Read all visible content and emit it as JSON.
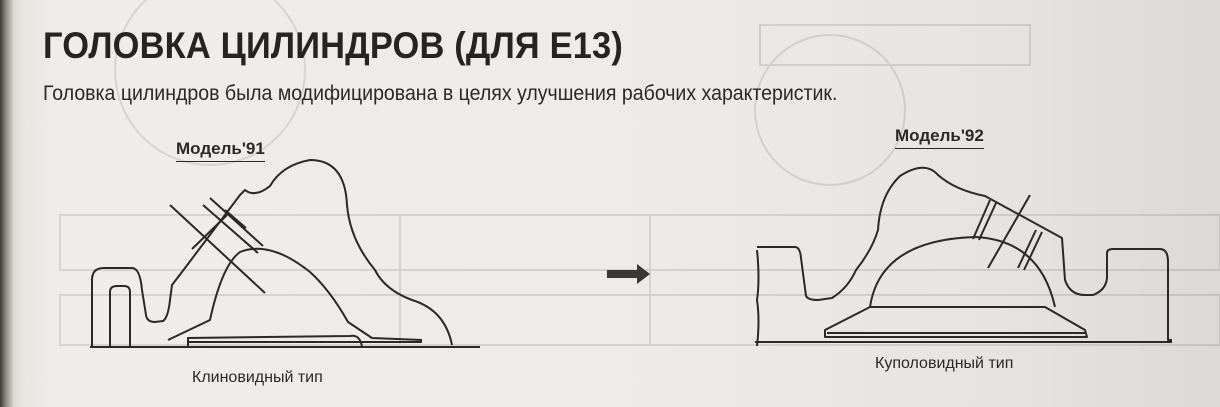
{
  "page": {
    "title": "ГОЛОВКА ЦИЛИНДРОВ (ДЛЯ Е13)",
    "subtitle": "Головка цилиндров была модифицирована в целях улучшения рабочих характеристик."
  },
  "figures": [
    {
      "model_label": "Модель'91",
      "caption": "Клиновидный тип"
    },
    {
      "model_label": "Модель'92",
      "caption": "Куполовидный тип"
    }
  ],
  "arrow": {
    "icon": "right-arrow-icon",
    "color": "#3a3836"
  },
  "colors": {
    "ink": "#2b2928",
    "paper": "#eeecea"
  }
}
